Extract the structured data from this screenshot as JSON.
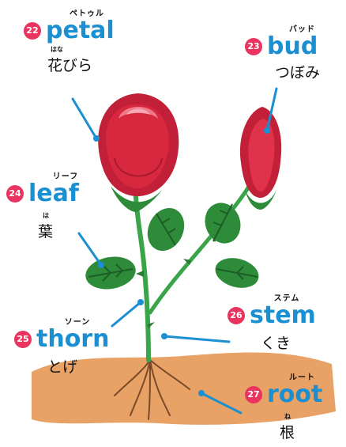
{
  "parts": [
    {
      "number": "22",
      "english": "petal",
      "katakana": "ペトゥル",
      "japanese": "花びら",
      "japanese_reading": "はな"
    },
    {
      "number": "23",
      "english": "bud",
      "katakana": "バッド",
      "japanese": "つぼみ",
      "japanese_reading": ""
    },
    {
      "number": "24",
      "english": "leaf",
      "katakana": "リーフ",
      "japanese": "葉",
      "japanese_reading": "は"
    },
    {
      "number": "25",
      "english": "thorn",
      "katakana": "ソーン",
      "japanese": "とげ",
      "japanese_reading": ""
    },
    {
      "number": "26",
      "english": "stem",
      "katakana": "ステム",
      "japanese": "くき",
      "japanese_reading": ""
    },
    {
      "number": "27",
      "english": "root",
      "katakana": "ルート",
      "japanese": "根",
      "japanese_reading": "ね"
    }
  ],
  "colors": {
    "label_blue": "#1a8fd1",
    "number_badge": "#e8345f",
    "petal_red": "#d8283f",
    "leaf_green": "#2e8b3a",
    "soil_orange": "#e8a265"
  }
}
